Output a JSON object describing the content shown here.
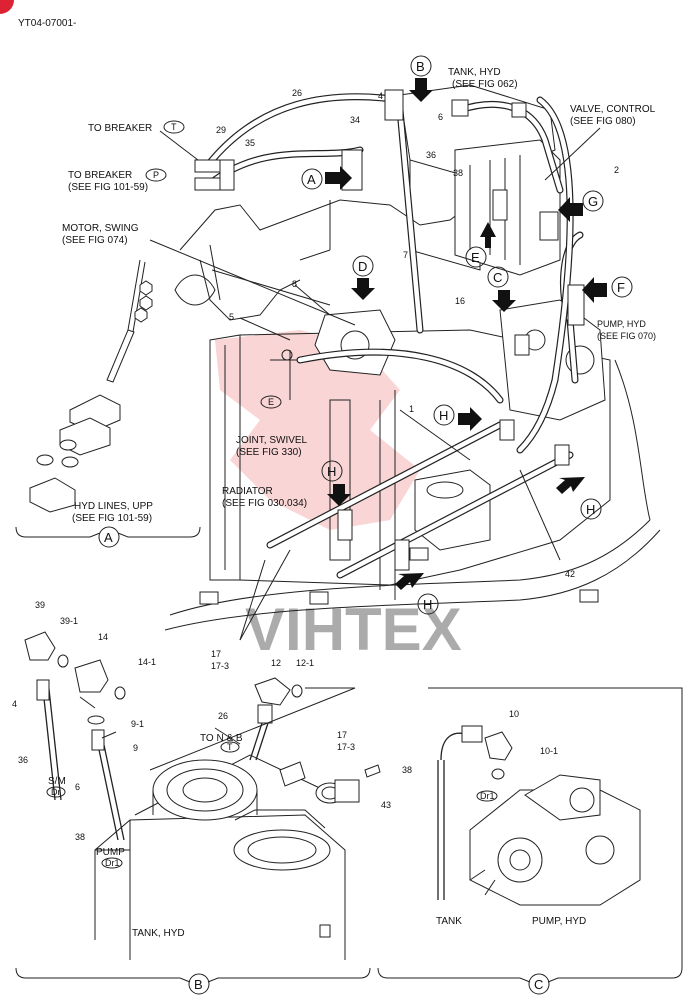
{
  "doc_id": "YT04-07001-",
  "watermark": "VIHTEX",
  "labels": {
    "to_breaker_t": "TO BREAKER",
    "t_badge": "T",
    "to_breaker_p": "TO BREAKER",
    "p_badge": "P",
    "see_fig_101_59": "(SEE FIG 101-59)",
    "tank_hyd": "TANK, HYD",
    "see_fig_062": "(SEE FIG 062)",
    "valve_control": "VALVE, CONTROL",
    "see_fig_080": "(SEE FIG 080)",
    "motor_swing": "MOTOR, SWING",
    "see_fig_074": "(SEE FIG 074)",
    "pump_hyd": "PUMP, HYD",
    "see_fig_070": "(SEE FIG 070)",
    "joint_swivel": "JOINT, SWIVEL",
    "see_fig_330": "(SEE FIG 330)",
    "radiator": "RADIATOR",
    "see_fig_030_034": "(SEE FIG 030.034)",
    "hyd_lines_upp": "HYD LINES, UPP",
    "see_fig_101_59_b": "(SEE FIG 101-59)",
    "to_n_and_b": "TO N & B",
    "t_badge_2": "T",
    "sm": "S/M",
    "dr_badge": "Dr",
    "pump": "PUMP",
    "dr1_badge": "Dr1",
    "tank_hyd_b": "TANK, HYD",
    "dr1_badge_c": "Dr1",
    "tank": "TANK",
    "pump_hyd_c": "PUMP, HYD",
    "e_badge": "E"
  },
  "callouts": {
    "a": "A",
    "b": "B",
    "c": "C",
    "d": "D",
    "e": "E",
    "f": "F",
    "g": "G",
    "h": "H",
    "view_a": "A",
    "view_b": "B",
    "view_c": "C"
  },
  "part_numbers": {
    "p26": "26",
    "p29": "29",
    "p35": "35",
    "p4": "4",
    "p6": "6",
    "p34": "34",
    "p36": "36",
    "p38": "38",
    "p2": "2",
    "p7": "7",
    "p8": "8",
    "p16": "16",
    "p5": "5",
    "p1": "1",
    "p42": "42",
    "p17": "17",
    "p17_3": "17-3",
    "p39": "39",
    "p39_1": "39-1",
    "p14": "14",
    "p14_1": "14-1",
    "p12": "12",
    "p12_1": "12-1",
    "p4b": "4",
    "p9_1": "9-1",
    "p9": "9",
    "p26b": "26",
    "p36b": "36",
    "p6b": "6",
    "p38b": "38",
    "p17b": "17",
    "p17_3b": "17-3",
    "p43": "43",
    "p10": "10",
    "p10_1": "10-1",
    "p38c": "38"
  }
}
